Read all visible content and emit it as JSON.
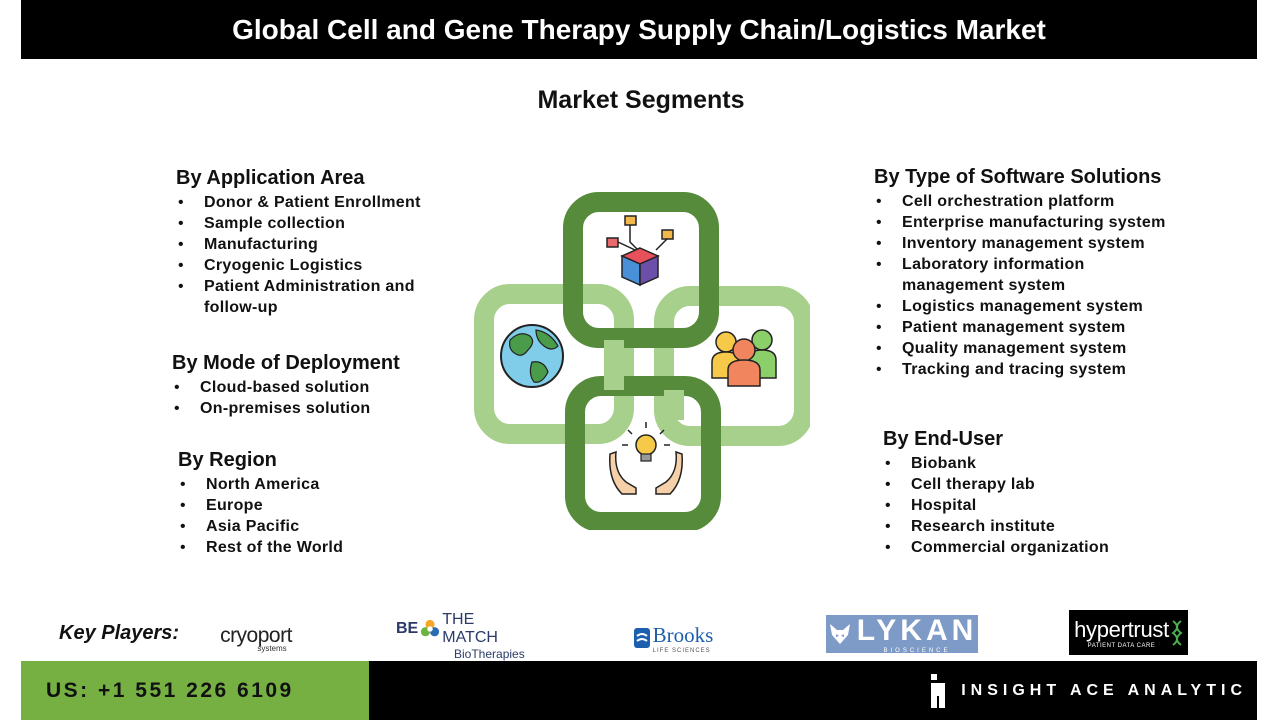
{
  "header": {
    "title": "Global Cell and Gene Therapy Supply Chain/Logistics Market"
  },
  "subtitle": "Market Segments",
  "segments": {
    "application": {
      "title": "By Application Area",
      "items": [
        "Donor & Patient Enrollment",
        "Sample collection",
        "Manufacturing",
        "Cryogenic Logistics",
        "Patient Administration and follow-up"
      ]
    },
    "deployment": {
      "title": "By Mode of Deployment",
      "items": [
        "Cloud-based solution",
        "On-premises solution"
      ]
    },
    "region": {
      "title": "By Region",
      "items": [
        "North America",
        "Europe",
        "Asia Pacific",
        "Rest of the World"
      ]
    },
    "software": {
      "title": "By Type of Software Solutions",
      "items": [
        "Cell orchestration platform",
        "Enterprise manufacturing system",
        "Inventory management system",
        "Laboratory information management system",
        "Logistics management system",
        "Patient management system",
        "Quality management system",
        "Tracking and tracing system"
      ]
    },
    "enduser": {
      "title": "By End-User",
      "items": [
        "Biobank",
        "Cell therapy lab",
        "Hospital",
        "Research institute",
        "Commercial organization"
      ]
    }
  },
  "graphic": {
    "icons": [
      "network-cube-icon",
      "globe-icon",
      "people-group-icon",
      "lightbulb-hands-icon"
    ],
    "colors": {
      "dark_green": "#558b3a",
      "light_green": "#a7d08c"
    }
  },
  "key_players": {
    "label": "Key Players:",
    "logos": {
      "cryoport": {
        "main": "cryoport",
        "sub": "systems"
      },
      "bethematch": {
        "be": "BE",
        "match": "THE MATCH",
        "sub": "BioTherapies"
      },
      "brooks": {
        "name": "Brooks",
        "sub": "LIFE SCIENCES"
      },
      "lykan": {
        "name": "LYKAN",
        "sub": "BIOSCIENCE"
      },
      "hypertrust": {
        "name": "hypertrust",
        "sub": "PATIENT DATA CARE"
      }
    }
  },
  "footer": {
    "phone": "US: +1 551 226 6109",
    "brand": "INSIGHT ACE ANALYTIC"
  },
  "colors": {
    "accent_green": "#76b043",
    "bar_black": "#000000"
  }
}
